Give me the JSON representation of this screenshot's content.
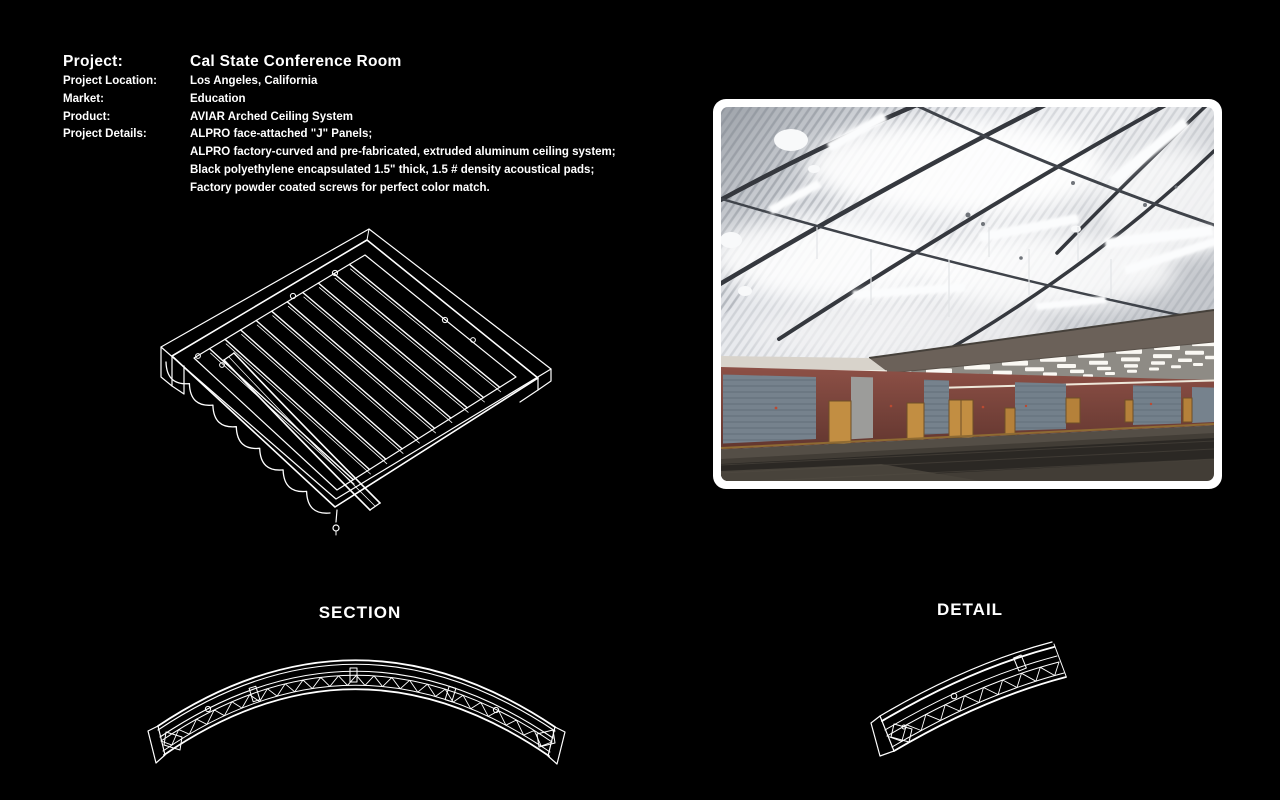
{
  "canvas": {
    "background": "#000000",
    "line_art_color": "#ffffff"
  },
  "project_info": {
    "rows": [
      {
        "label": "Project:",
        "value": "Cal State Conference Room"
      },
      {
        "label": "Project Location:",
        "value": "Los Angeles, California"
      },
      {
        "label": "Market:",
        "value": "Education"
      },
      {
        "label": "Product:",
        "value": "AVIAR Arched Ceiling System"
      },
      {
        "label": "Project Details:",
        "value": "ALPRO face-attached \"J\" Panels;"
      },
      {
        "label": "",
        "value": "ALPRO factory-curved and pre-fabricated, extruded aluminum ceiling system;"
      },
      {
        "label": "",
        "value": "Black polyethylene encapsulated 1.5\" thick, 1.5 # density acoustical pads;"
      },
      {
        "label": "",
        "value": "Factory powder coated screws for perfect color match."
      }
    ]
  },
  "captions": {
    "section": "SECTION",
    "detail": "DETAIL"
  },
  "photo": {
    "description": "Interior photo of a conference room with curved aluminum ceiling panels, fluorescent uplights, maroon walls with blue-gray acoustic panels, wood doors and dark carpet",
    "colors": {
      "ceiling_silver": "#dfe2e6",
      "beam_dark": "#35383e",
      "wall_maroon": "#7d453c",
      "panel_blue_gray": "#76828d",
      "door_tan": "#c28e42",
      "carpet_dark": "#2b2824",
      "frame_white": "#ffffff"
    }
  }
}
